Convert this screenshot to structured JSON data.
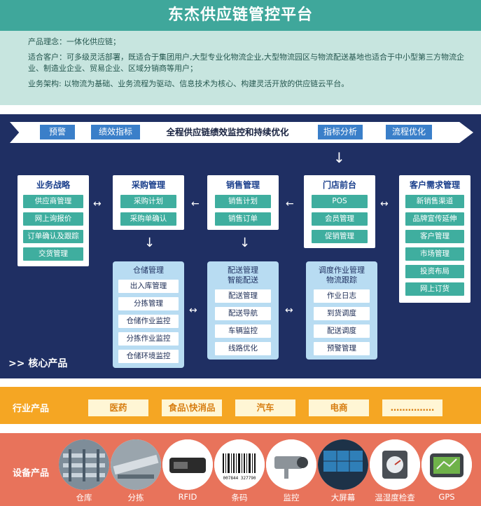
{
  "title": "东杰供应链管控平台",
  "intro": {
    "line1": "产品理念：一体化供应链；",
    "line2": "适合客户：可多级灵活部署，既适合于集团用户,大型专业化物流企业,大型物流园区与物流配送基地也适合于中小型第三方物流企业、制造业企业、贸易企业、区域分销商等用户；",
    "line3": "业务架构: 以物流为基础、业务流程为驱动、信息技术为核心、构建灵活开放的供应链云平台。"
  },
  "banner": {
    "tags": [
      "预警",
      "绩效指标",
      "指标分析",
      "流程优化"
    ],
    "text": "全程供应链绩效监控和持续优化"
  },
  "top_cards": [
    {
      "title": "业务战略",
      "items": [
        "供应商管理",
        "网上询报价",
        "订单确认及跟踪",
        "交货管理"
      ]
    },
    {
      "title": "采购管理",
      "items": [
        "采购计划",
        "采购单确认"
      ]
    },
    {
      "title": "销售管理",
      "items": [
        "销售计划",
        "销售订单"
      ]
    },
    {
      "title": "门店前台",
      "items": [
        "POS",
        "会员管理",
        "促销管理"
      ]
    },
    {
      "title": "客户需求管理",
      "items": [
        "新销售渠道",
        "品牌宣传延伸",
        "客户管理",
        "市场管理",
        "投资布局",
        "网上订货"
      ]
    }
  ],
  "blue_cards": [
    {
      "title": "仓储管理",
      "items": [
        "出入库管理",
        "分拣管理",
        "仓储作业监控",
        "分拣作业监控",
        "仓储环境监控"
      ]
    },
    {
      "title": "配送管理\n智能配送",
      "items": [
        "配送管理",
        "配送导航",
        "车辆监控",
        "线路优化"
      ]
    },
    {
      "title": "调度作业管理\n物流跟踪",
      "items": [
        "作业日志",
        "到货调度",
        "配送调度",
        "预警管理"
      ]
    }
  ],
  "core_label": ">> 核心产品",
  "industry": {
    "label": "行业产品",
    "items": [
      "医药",
      "食品\\快消品",
      "汽车",
      "电商",
      "……………"
    ]
  },
  "devices": {
    "label": "设备产品",
    "items": [
      "仓库",
      "分拣",
      "RFID",
      "条码",
      "监控",
      "大屏幕",
      "温湿度检查",
      "GPS"
    ],
    "barcode_text": "007844 327790"
  },
  "colors": {
    "teal": "#3fa79b",
    "navy": "#1f2f63",
    "orange": "#f5a623",
    "coral": "#e8735b",
    "pill_teal": "#3fae9f",
    "tag_blue": "#3a7fc9"
  }
}
